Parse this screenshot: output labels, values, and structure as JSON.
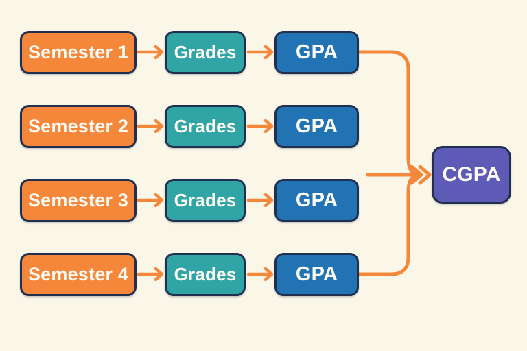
{
  "diagram": {
    "rows": [
      {
        "semester": "Semester 1",
        "grades": "Grades",
        "gpa": "GPA"
      },
      {
        "semester": "Semester 2",
        "grades": "Grades",
        "gpa": "GPA"
      },
      {
        "semester": "Semester 3",
        "grades": "Grades",
        "gpa": "GPA"
      },
      {
        "semester": "Semester 4",
        "grades": "Grades",
        "gpa": "GPA"
      }
    ],
    "result_label": "CGPA"
  },
  "colors": {
    "background": "#FBF7E8",
    "node-orange": "#F5873B",
    "node-teal": "#31A5A5",
    "node-blue": "#2173B4",
    "node-purple": "#5D5BB5",
    "node-border": "#22304F",
    "arrow": "#F5873B",
    "text": "#FBFAF3"
  }
}
